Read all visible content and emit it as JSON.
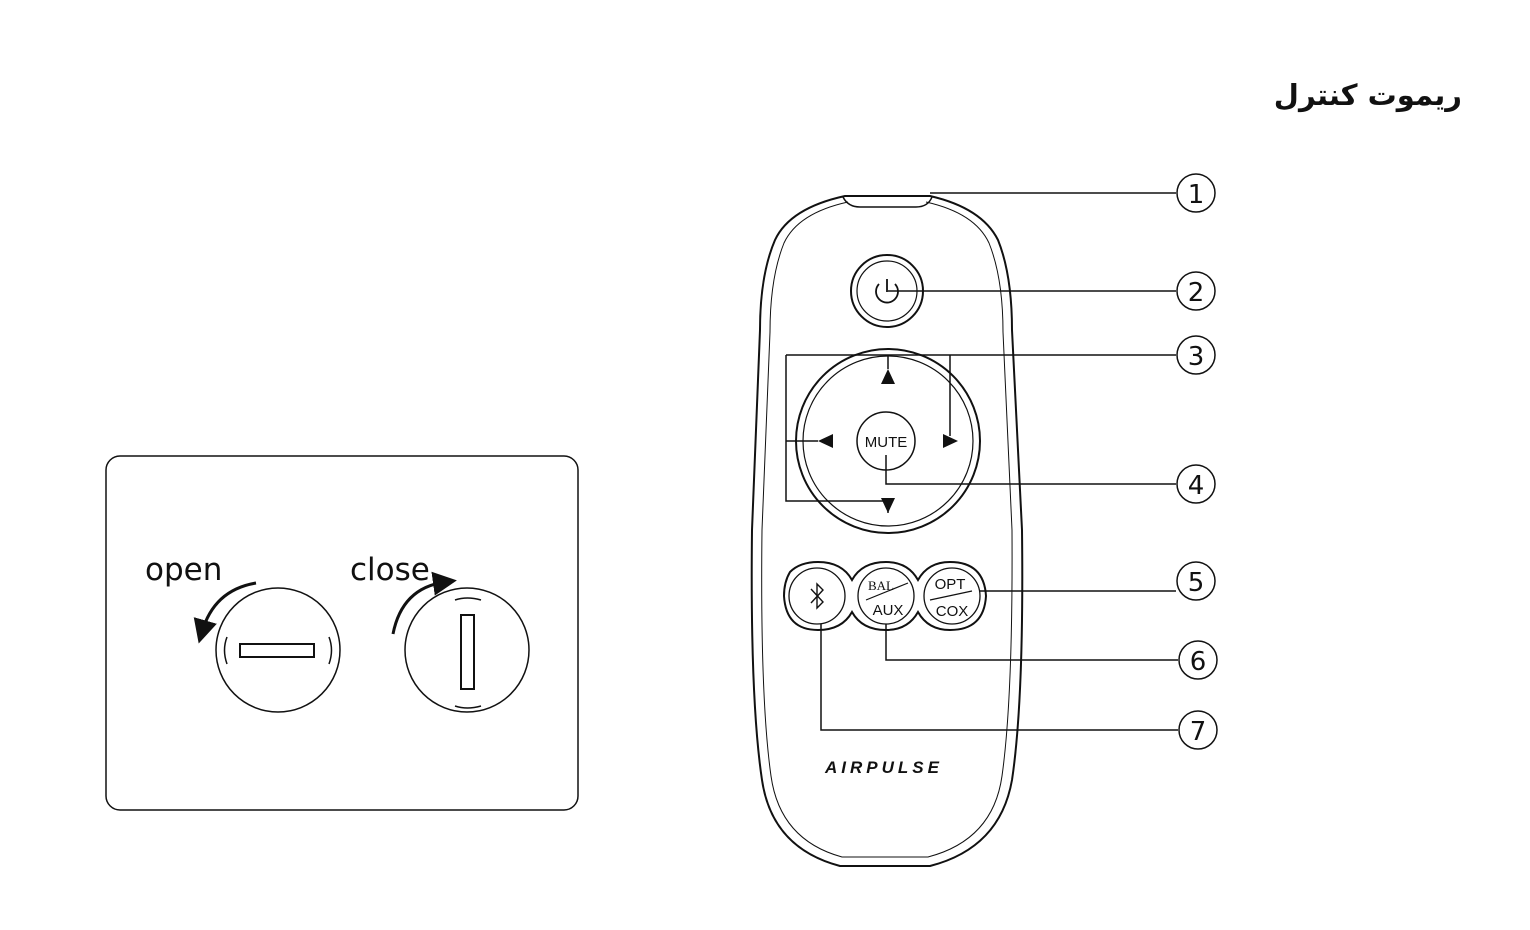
{
  "title": "ريموت كنترل",
  "battery_panel": {
    "open_label": "open",
    "close_label": "close"
  },
  "remote": {
    "brand": "AIRPULSE",
    "mute_label": "MUTE",
    "bal_label": "BAL",
    "aux_label": "AUX",
    "opt_label": "OPT",
    "cox_label": "COX",
    "callouts": [
      "1",
      "2",
      "3",
      "4",
      "5",
      "6",
      "7"
    ]
  }
}
